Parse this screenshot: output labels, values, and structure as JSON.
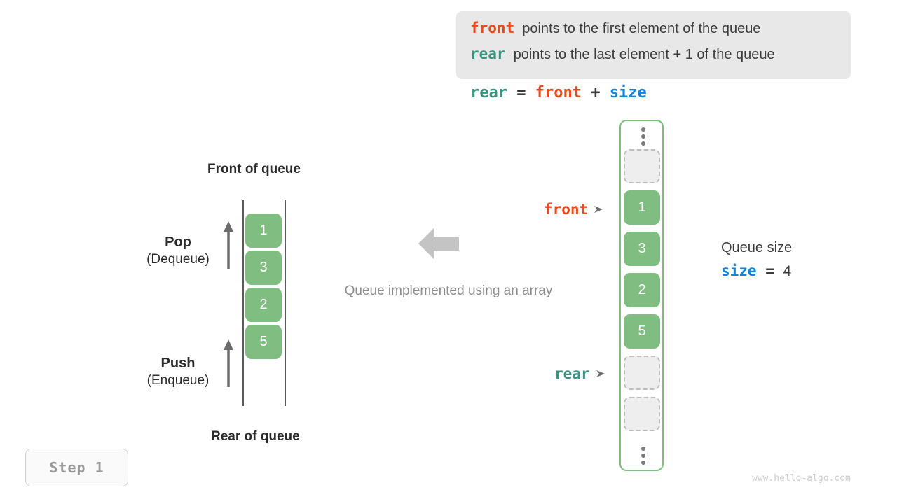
{
  "legend": {
    "lines": [
      {
        "keyword": "front",
        "keyword_color": "#e8491d",
        "text": "points to the first element of the queue"
      },
      {
        "keyword": "rear",
        "keyword_color": "#3c9280",
        "text": "points to the last element + 1 of the queue"
      }
    ],
    "background_color": "#e8e8e8"
  },
  "formula": {
    "lhs": "rear",
    "eq": "=",
    "rhs1": "front",
    "plus": "+",
    "rhs2": "size"
  },
  "left_queue": {
    "title": "Front of queue",
    "footer": "Rear of queue",
    "cells": [
      "1",
      "3",
      "2",
      "5"
    ],
    "cell_color": "#7fbe80",
    "operations": [
      {
        "name": "pop",
        "title": "Pop",
        "subtitle": "(Dequeue)"
      },
      {
        "name": "push",
        "title": "Push",
        "subtitle": "(Enqueue)"
      }
    ]
  },
  "center": {
    "caption": "Queue implemented using an array",
    "arrow_icon": "arrow-left-icon",
    "arrow_color": "#c4c4c4"
  },
  "array": {
    "border_color": "#7fbe80",
    "top_ellipsis": "vertical-ellipsis-icon",
    "bottom_ellipsis": "vertical-ellipsis-icon",
    "slots": [
      {
        "value": "",
        "state": "empty"
      },
      {
        "value": "1",
        "state": "filled"
      },
      {
        "value": "3",
        "state": "filled"
      },
      {
        "value": "2",
        "state": "filled"
      },
      {
        "value": "5",
        "state": "filled"
      },
      {
        "value": "",
        "state": "empty"
      },
      {
        "value": "",
        "state": "empty"
      }
    ],
    "pointers": [
      {
        "name": "front",
        "label": "front",
        "color": "#e8491d"
      },
      {
        "name": "rear",
        "label": "rear",
        "color": "#3c9280"
      }
    ]
  },
  "size_info": {
    "title": "Queue size",
    "var": "size",
    "eq": "=",
    "value": "4",
    "var_color": "#0f84d8"
  },
  "step_badge": {
    "label": "Step 1"
  },
  "watermark": {
    "text": "www.hello-algo.com"
  }
}
